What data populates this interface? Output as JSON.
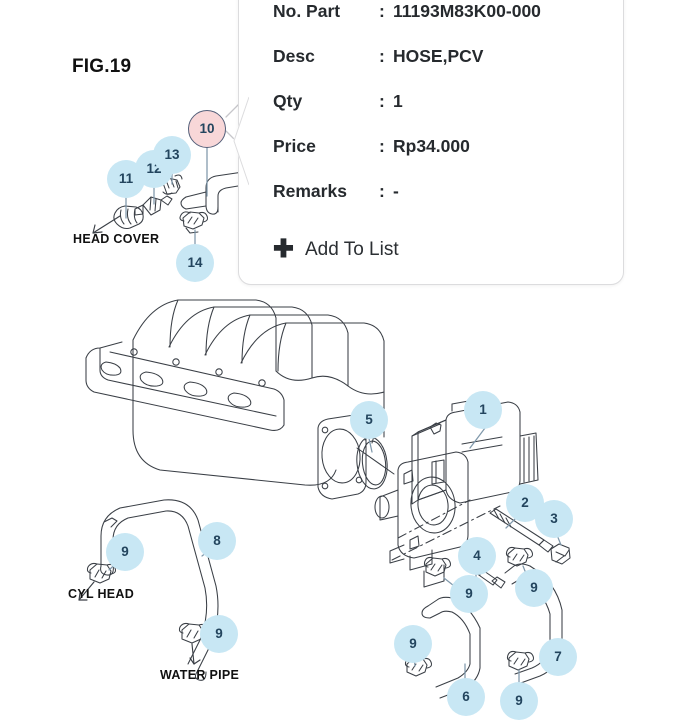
{
  "figure": {
    "title": "FIG.19"
  },
  "info_card": {
    "rows": [
      {
        "label": "No. Part",
        "colon": ":",
        "value": "11193M83K00-000"
      },
      {
        "label": "Desc",
        "colon": ":",
        "value": "HOSE,PCV"
      },
      {
        "label": "Qty",
        "colon": ":",
        "value": "1"
      },
      {
        "label": "Price",
        "colon": ":",
        "value": "Rp34.000"
      },
      {
        "label": "Remarks",
        "colon": ":",
        "value": "-"
      }
    ],
    "add_to_list": {
      "icon": "plus-icon",
      "label": "Add To List"
    }
  },
  "destination_labels": [
    {
      "text": "HEAD COVER"
    },
    {
      "text": "CYL HEAD"
    },
    {
      "text": "WATER PIPE"
    }
  ],
  "callouts": [
    {
      "number": "1",
      "selected": false
    },
    {
      "number": "2",
      "selected": false
    },
    {
      "number": "3",
      "selected": false
    },
    {
      "number": "4",
      "selected": false
    },
    {
      "number": "5",
      "selected": false
    },
    {
      "number": "6",
      "selected": false
    },
    {
      "number": "7",
      "selected": false
    },
    {
      "number": "8",
      "selected": false
    },
    {
      "number": "9",
      "selected": false
    },
    {
      "number": "9",
      "selected": false
    },
    {
      "number": "9",
      "selected": false
    },
    {
      "number": "9",
      "selected": false
    },
    {
      "number": "9",
      "selected": false
    },
    {
      "number": "9",
      "selected": false
    },
    {
      "number": "10",
      "selected": true
    },
    {
      "number": "11",
      "selected": false
    },
    {
      "number": "12",
      "selected": false
    },
    {
      "number": "13",
      "selected": false
    },
    {
      "number": "14",
      "selected": false
    }
  ],
  "colors": {
    "callout_fill": "#c8e7f4",
    "callout_selected_fill": "#f8d7d8",
    "callout_selected_border": "#55607a",
    "callout_text": "#23455e",
    "line_art": "#3a3f46",
    "card_border": "#dcdcde",
    "background": "#ffffff"
  }
}
